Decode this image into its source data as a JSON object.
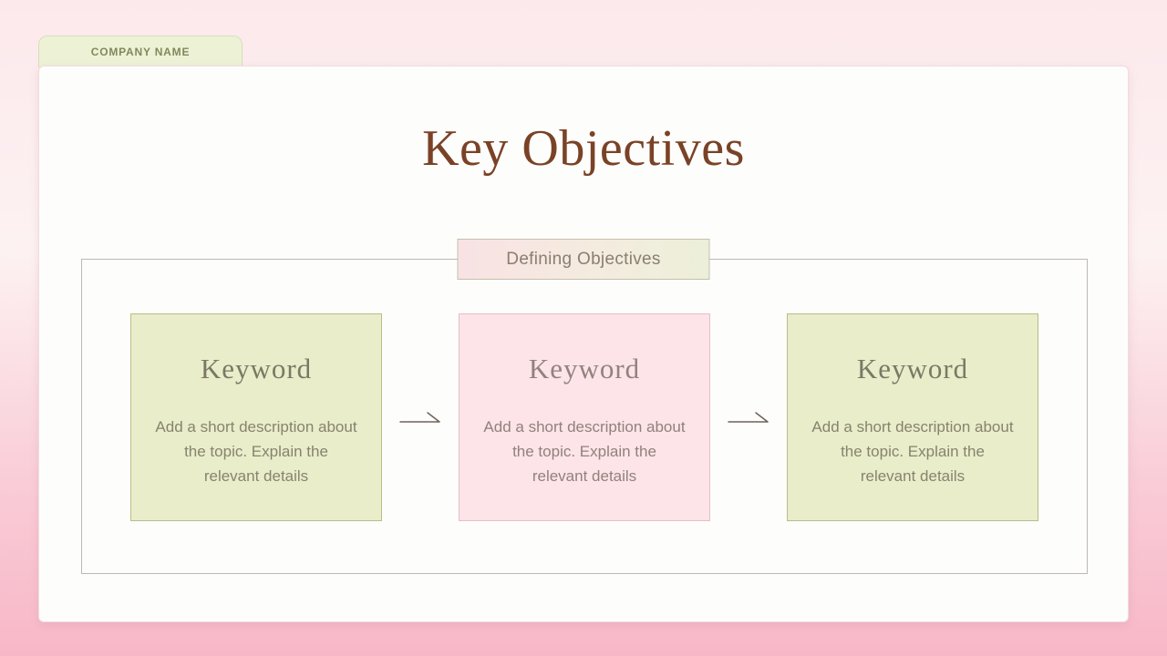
{
  "slide": {
    "company_tab": {
      "label": "COMPANY NAME"
    },
    "title": "Key Objectives",
    "section_label": "Defining Objectives",
    "cards": [
      {
        "keyword": "Keyword",
        "description": "Add a short description about the topic. Explain the relevant details",
        "variant": "green"
      },
      {
        "keyword": "Keyword",
        "description": "Add a short description about the topic. Explain the relevant details",
        "variant": "pink"
      },
      {
        "keyword": "Keyword",
        "description": "Add a short description about the topic. Explain the relevant details",
        "variant": "green"
      }
    ],
    "colors": {
      "title_brown": "#7a4226",
      "tab_green_bg": "#edf2d6",
      "tab_text": "#82885c",
      "green_box_bg": "#e9edca",
      "green_box_border": "#b9be86",
      "pink_box_bg": "#fce4e8",
      "pink_box_border": "#e7bdc4",
      "frame_border": "#bdb8b6",
      "arrow": "#6e6159",
      "background_top": "#fce9ec",
      "background_bottom": "#f8b7c6"
    }
  }
}
